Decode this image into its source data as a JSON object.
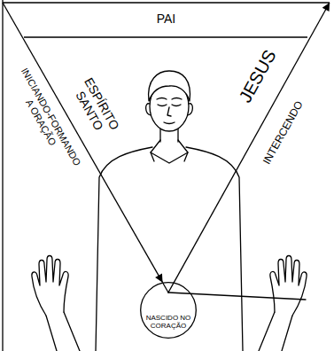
{
  "diagram": {
    "nodes": [
      {
        "text": [
          "PAI"
        ]
      },
      {
        "text": [
          "NASCIDO NO CORAÇÃO"
        ]
      }
    ],
    "edges": [
      {
        "from": 0,
        "to": 1,
        "arrow": "to",
        "label": "ESPÍRITO SANTO"
      },
      {
        "from": 1,
        "to": 0,
        "arrow": "to",
        "label": "JESUS"
      }
    ],
    "labels": [
      "INICIANDO-FORMANDO A ORAÇÃO",
      "INTERCENDO"
    ]
  }
}
